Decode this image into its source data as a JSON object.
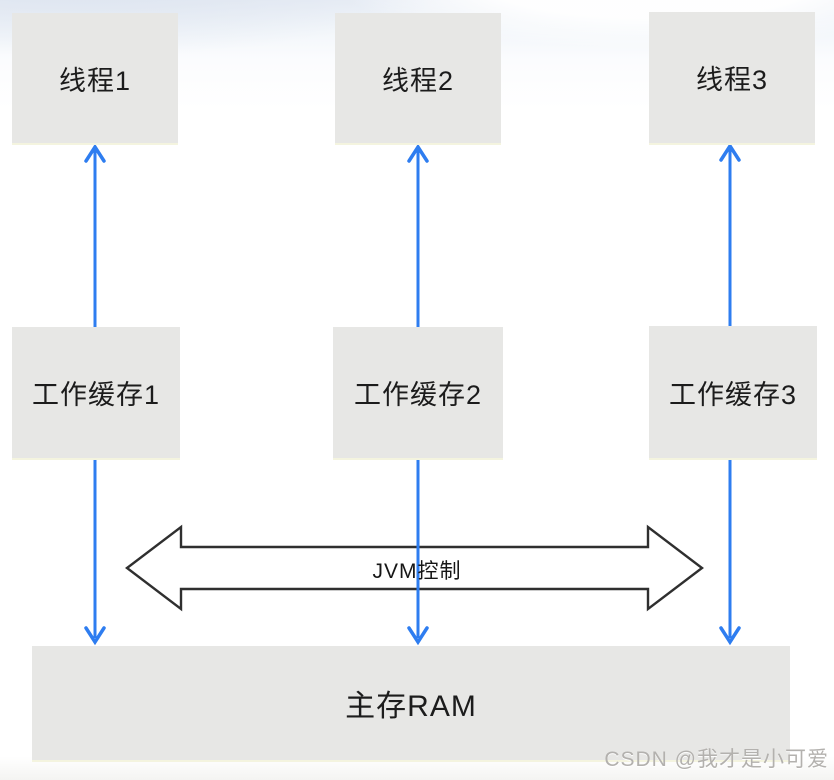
{
  "diagram": {
    "threads": [
      {
        "label": "线程1"
      },
      {
        "label": "线程2"
      },
      {
        "label": "线程3"
      }
    ],
    "caches": [
      {
        "label": "工作缓存1"
      },
      {
        "label": "工作缓存2"
      },
      {
        "label": "工作缓存3"
      }
    ],
    "main_memory": {
      "label": "主存RAM"
    },
    "jvm_arrow_label": "JVM控制"
  },
  "watermark": {
    "text": "CSDN @我才是小可爱"
  },
  "colors": {
    "arrow-blue": "#2e7df0",
    "arrow-outline": "#2f2f2f",
    "box-fill": "#e7e7e5",
    "text": "#1c1c1c",
    "watermark": "#b3b1ae"
  }
}
